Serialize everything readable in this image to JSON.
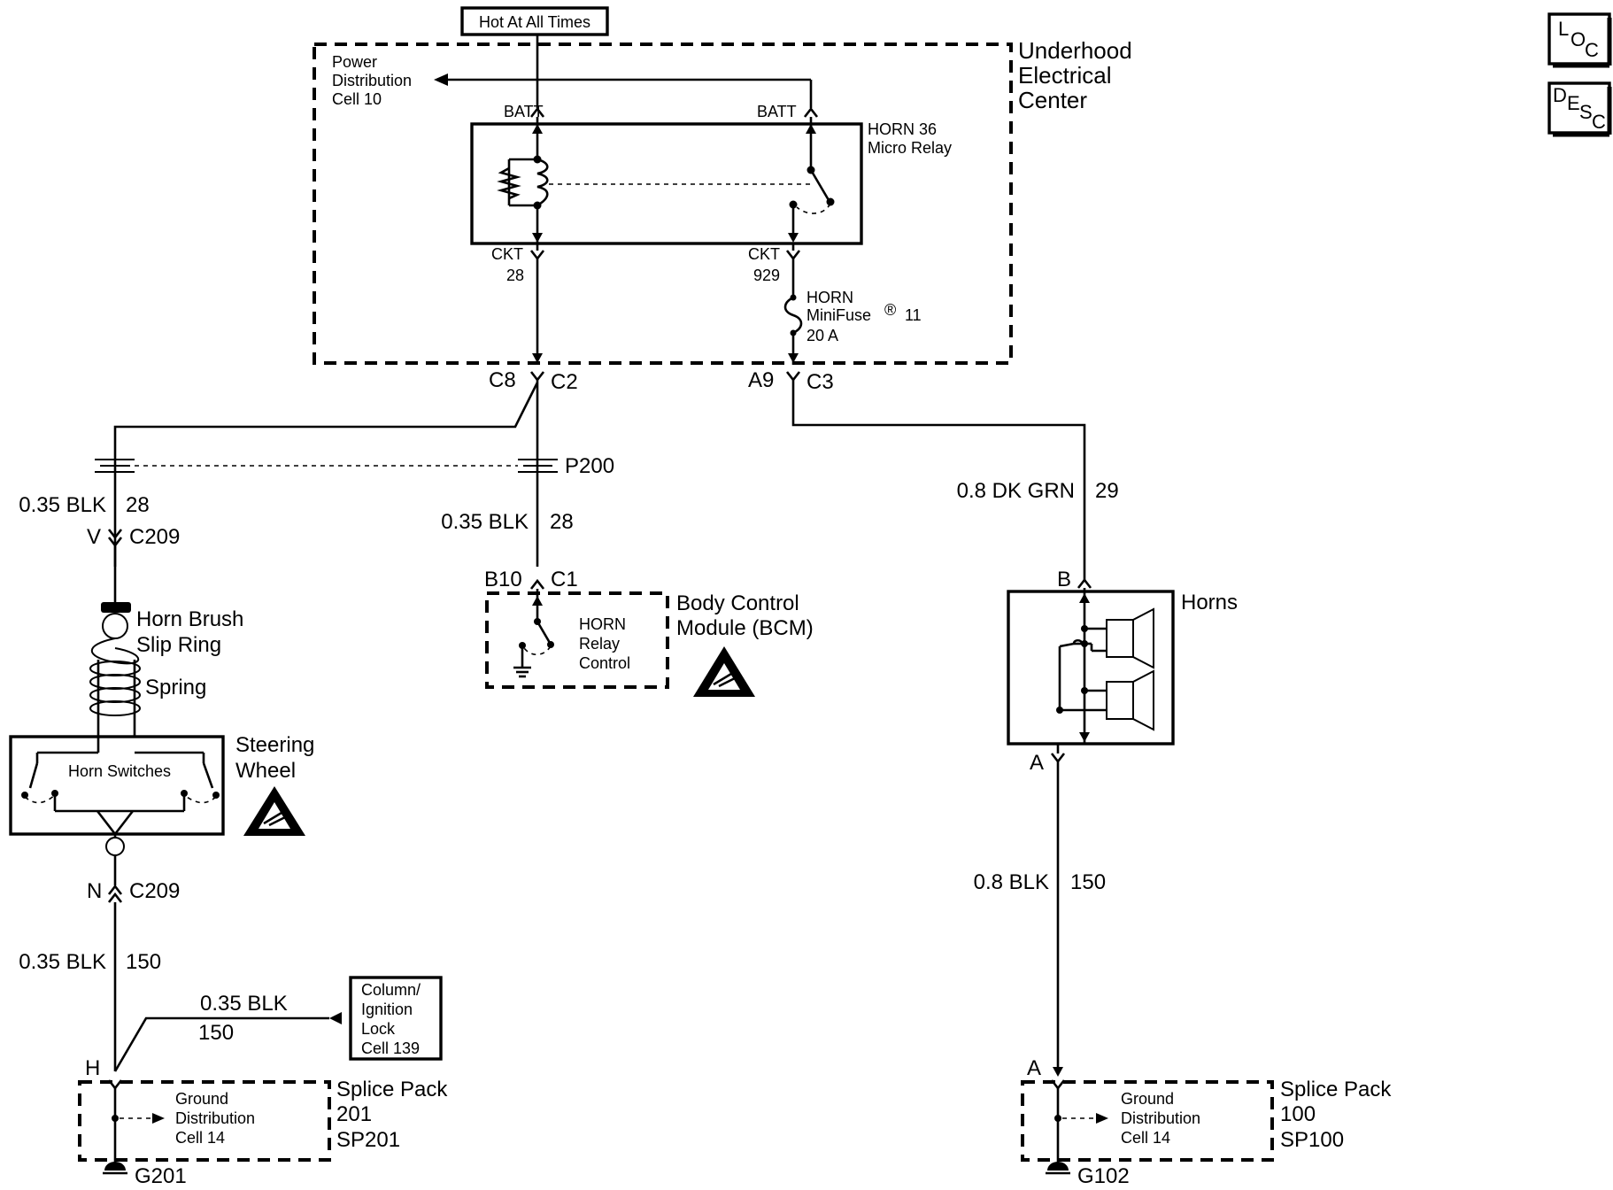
{
  "diagram": {
    "hot_label": "Hot At All Times",
    "uec": {
      "line1": "Underhood",
      "line2": "Electrical",
      "line3": "Center"
    },
    "power_dist": {
      "line1": "Power",
      "line2": "Distribution",
      "line3": "Cell 10"
    },
    "batt_left": "BATT",
    "batt_right": "BATT",
    "relay": {
      "line1": "HORN 36",
      "line2": "Micro Relay"
    },
    "ckt28": {
      "line1": "CKT",
      "line2": "28"
    },
    "ckt929": {
      "line1": "CKT",
      "line2": "929"
    },
    "fuse": {
      "line1": "HORN",
      "line2": "MiniFuse",
      "reg": "®",
      "num": "11",
      "line3": "20 A"
    },
    "conn_c8": "C8",
    "conn_c2": "C2",
    "conn_a9": "A9",
    "conn_c3": "C3",
    "p200": "P200",
    "wire_left_top": {
      "gauge": "0.35 BLK",
      "circuit": "28"
    },
    "wire_mid": {
      "gauge": "0.35 BLK",
      "circuit": "28"
    },
    "wire_right_top": {
      "gauge": "0.8 DK GRN",
      "circuit": "29"
    },
    "c209_top": {
      "pin": "V",
      "conn": "C209"
    },
    "horn_brush": {
      "line1": "Horn Brush",
      "line2": "Slip Ring"
    },
    "spring": "Spring",
    "steering": {
      "line1": "Steering",
      "line2": "Wheel"
    },
    "horn_switches": "Horn Switches",
    "c209_bottom": {
      "pin": "N",
      "conn": "C209"
    },
    "wire_left_bottom": {
      "gauge": "0.35 BLK",
      "circuit": "150"
    },
    "wire_column": {
      "gauge": "0.35 BLK",
      "circuit": "150"
    },
    "column_box": {
      "line1": "Column/",
      "line2": "Ignition",
      "line3": "Lock",
      "line4": "Cell 139"
    },
    "pin_h": "H",
    "sp201": {
      "line1": "Splice Pack",
      "line2": "201",
      "line3": "SP201"
    },
    "ground_dist_left": {
      "line1": "Ground",
      "line2": "Distribution",
      "line3": "Cell 14"
    },
    "g201": "G201",
    "bcm_conn": {
      "pin": "B10",
      "conn": "C1"
    },
    "bcm_ctrl": {
      "line1": "HORN",
      "line2": "Relay",
      "line3": "Control"
    },
    "bcm": {
      "line1": "Body Control",
      "line2": "Module (BCM)"
    },
    "horns_pin_b": "B",
    "horns": "Horns",
    "horns_pin_a": "A",
    "wire_right_bottom": {
      "gauge": "0.8 BLK",
      "circuit": "150"
    },
    "sp100_pin_a": "A",
    "sp100": {
      "line1": "Splice Pack",
      "line2": "100",
      "line3": "SP100"
    },
    "ground_dist_right": {
      "line1": "Ground",
      "line2": "Distribution",
      "line3": "Cell 14"
    },
    "g102": "G102",
    "loc_icon": {
      "l1": "L",
      "l2": "O",
      "l3": "C"
    },
    "desc_icon": {
      "l1": "D",
      "l2": "E",
      "l3": "S",
      "l4": "C"
    }
  }
}
